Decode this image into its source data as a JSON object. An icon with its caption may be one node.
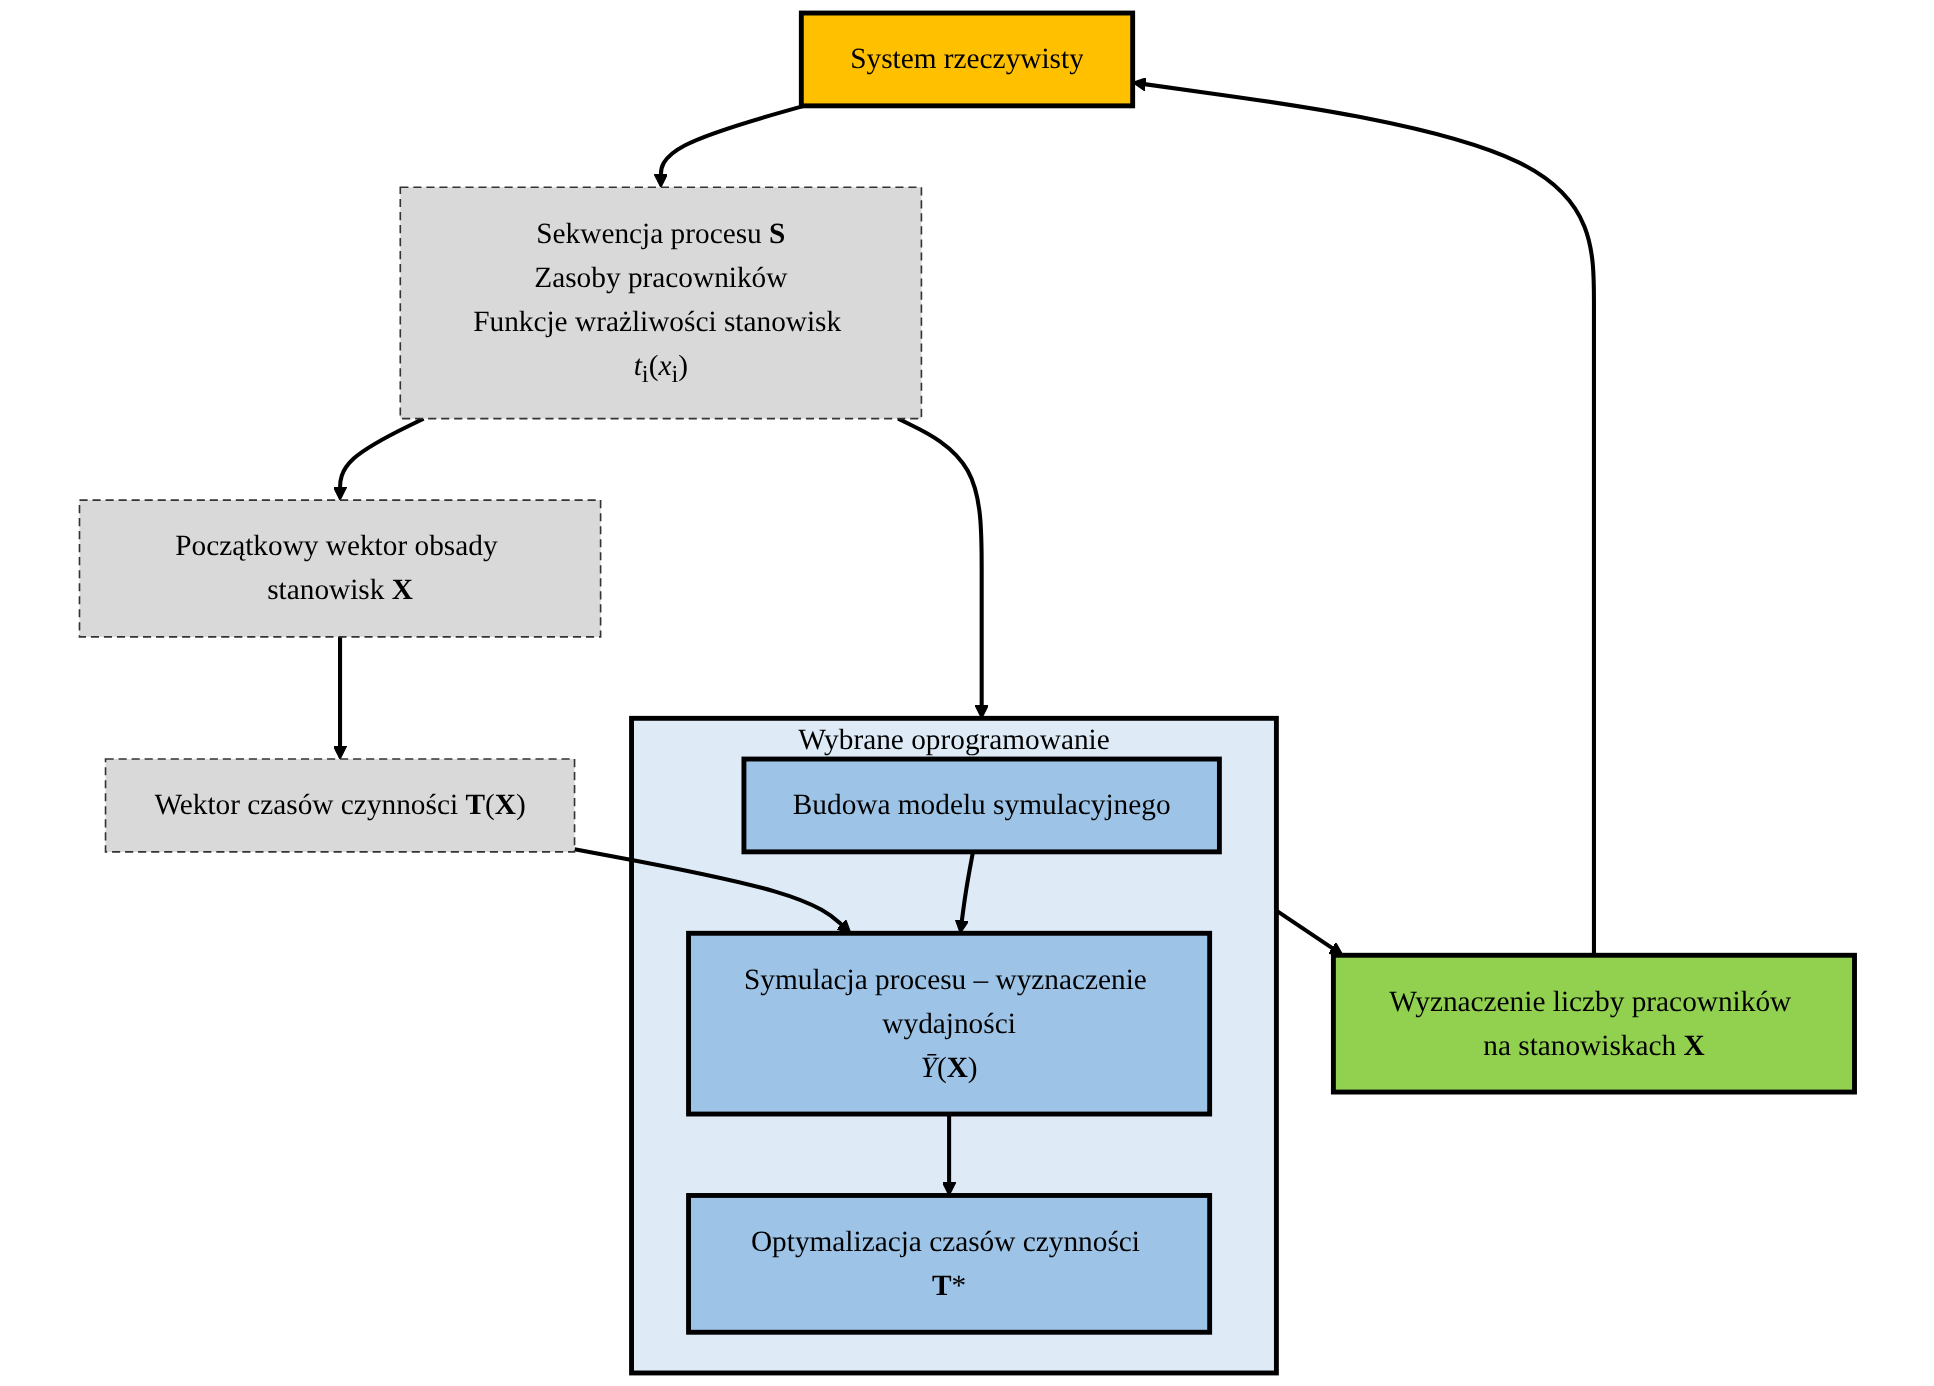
{
  "diagram": {
    "nodes": [
      {
        "text": [
          "System rzeczywisty"
        ]
      },
      {
        "text": [
          "Sekwencja procesu **S**",
          "Zasoby pracowników",
          "Funkcje wrażliwości stanowisk *t*$_{i}$(*x*$_{i}$)"
        ]
      },
      {
        "text": [
          "Wybrane oprogramowanie"
        ]
      },
      {
        "text": [
          "Budowa modelu symulacyjnego"
        ],
        "in": 2
      },
      {
        "text": [
          "Symulacja procesu – wyznaczenie wydajności",
          "*Ȳ*(**X**)"
        ],
        "in": 2
      },
      {
        "text": [
          "Optymalizacja czasów czynności **T***"
        ],
        "in": 2
      },
      {
        "text": [
          "Początkowy wektor obsady stanowisk **X**"
        ]
      },
      {
        "text": [
          "Wektor czasów czynności **T**(**X**)"
        ]
      },
      {
        "text": [
          "Wyznaczenie liczby pracowników na stanowiskach **X**"
        ]
      }
    ],
    "edges": [
      {
        "from": 0,
        "to": 1,
        "arrow": "to"
      },
      {
        "from": 1,
        "to": 2,
        "arrow": "to"
      },
      {
        "from": 1,
        "to": 6,
        "arrow": "to"
      },
      {
        "from": 3,
        "to": 4,
        "arrow": "to"
      },
      {
        "from": 6,
        "to": 7,
        "arrow": "to"
      },
      {
        "from": 7,
        "to": 4,
        "arrow": "to"
      },
      {
        "from": 4,
        "to": 5,
        "arrow": "to"
      },
      {
        "from": 2,
        "to": 8,
        "arrow": "to"
      },
      {
        "from": 8,
        "to": 0,
        "arrow": "to"
      }
    ]
  }
}
